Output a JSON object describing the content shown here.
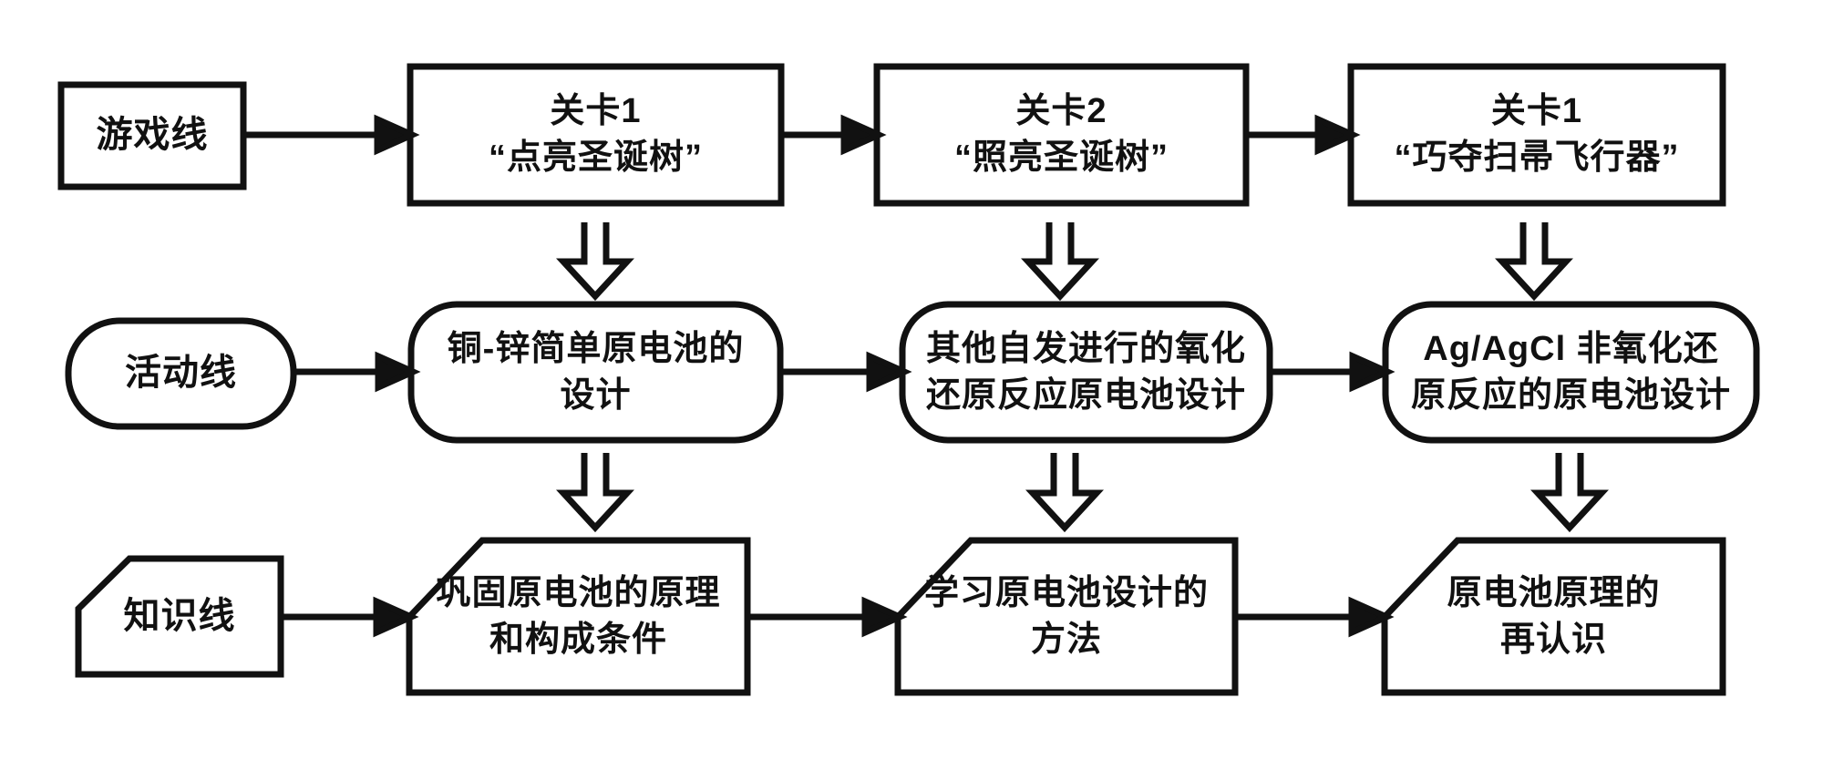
{
  "diagram": {
    "colors": {
      "stroke": "#111111",
      "shape_fill": "#ffffff",
      "background": "#ffffff"
    },
    "rows": [
      {
        "id": "game",
        "label": "游戏线",
        "nodes": [
          "关卡1\n“点亮圣诞树”",
          "关卡2\n“照亮圣诞树”",
          "关卡1\n“巧夺扫帚飞行器”"
        ]
      },
      {
        "id": "activity",
        "label": "活动线",
        "nodes": [
          "铜-锌简单原电池的\n设计",
          "其他自发进行的氧化\n还原反应原电池设计",
          "Ag/AgCl 非氧化还\n原反应的原电池设计"
        ]
      },
      {
        "id": "knowledge",
        "label": "知识线",
        "nodes": [
          "巩固原电池的原理\n和构成条件",
          "学习原电池设计的\n方法",
          "原电池原理的\n再认识"
        ]
      }
    ]
  }
}
